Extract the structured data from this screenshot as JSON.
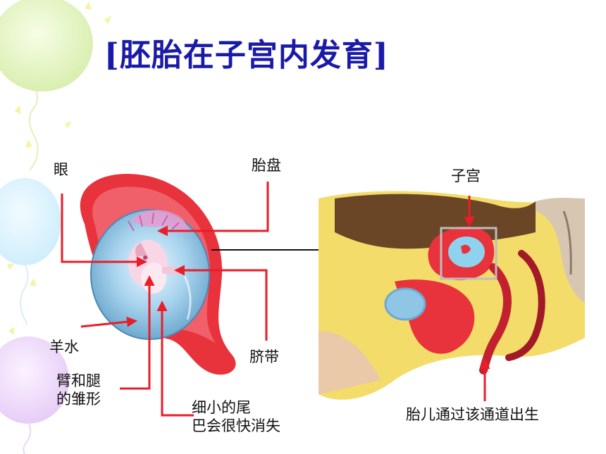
{
  "title": "[胚胎在子宫内发育]",
  "labels": {
    "eye": "眼",
    "placenta": "胎盘",
    "uterus": "子宫",
    "amniotic_fluid": "羊水",
    "umbilical_cord": "脐带",
    "limb_buds": [
      "臂和腿",
      "的雏形"
    ],
    "tail": [
      "细小的尾",
      "巴会很快消失"
    ],
    "birth_canal": "胎儿通过该通道出生"
  },
  "colors": {
    "title": "#1a1aa8",
    "uterus_wall": "#e8323c",
    "amniotic_sac": "#8fc6e6",
    "arrow": "#e81e28",
    "tissue": "#f0d86c",
    "connector": "#111111"
  }
}
